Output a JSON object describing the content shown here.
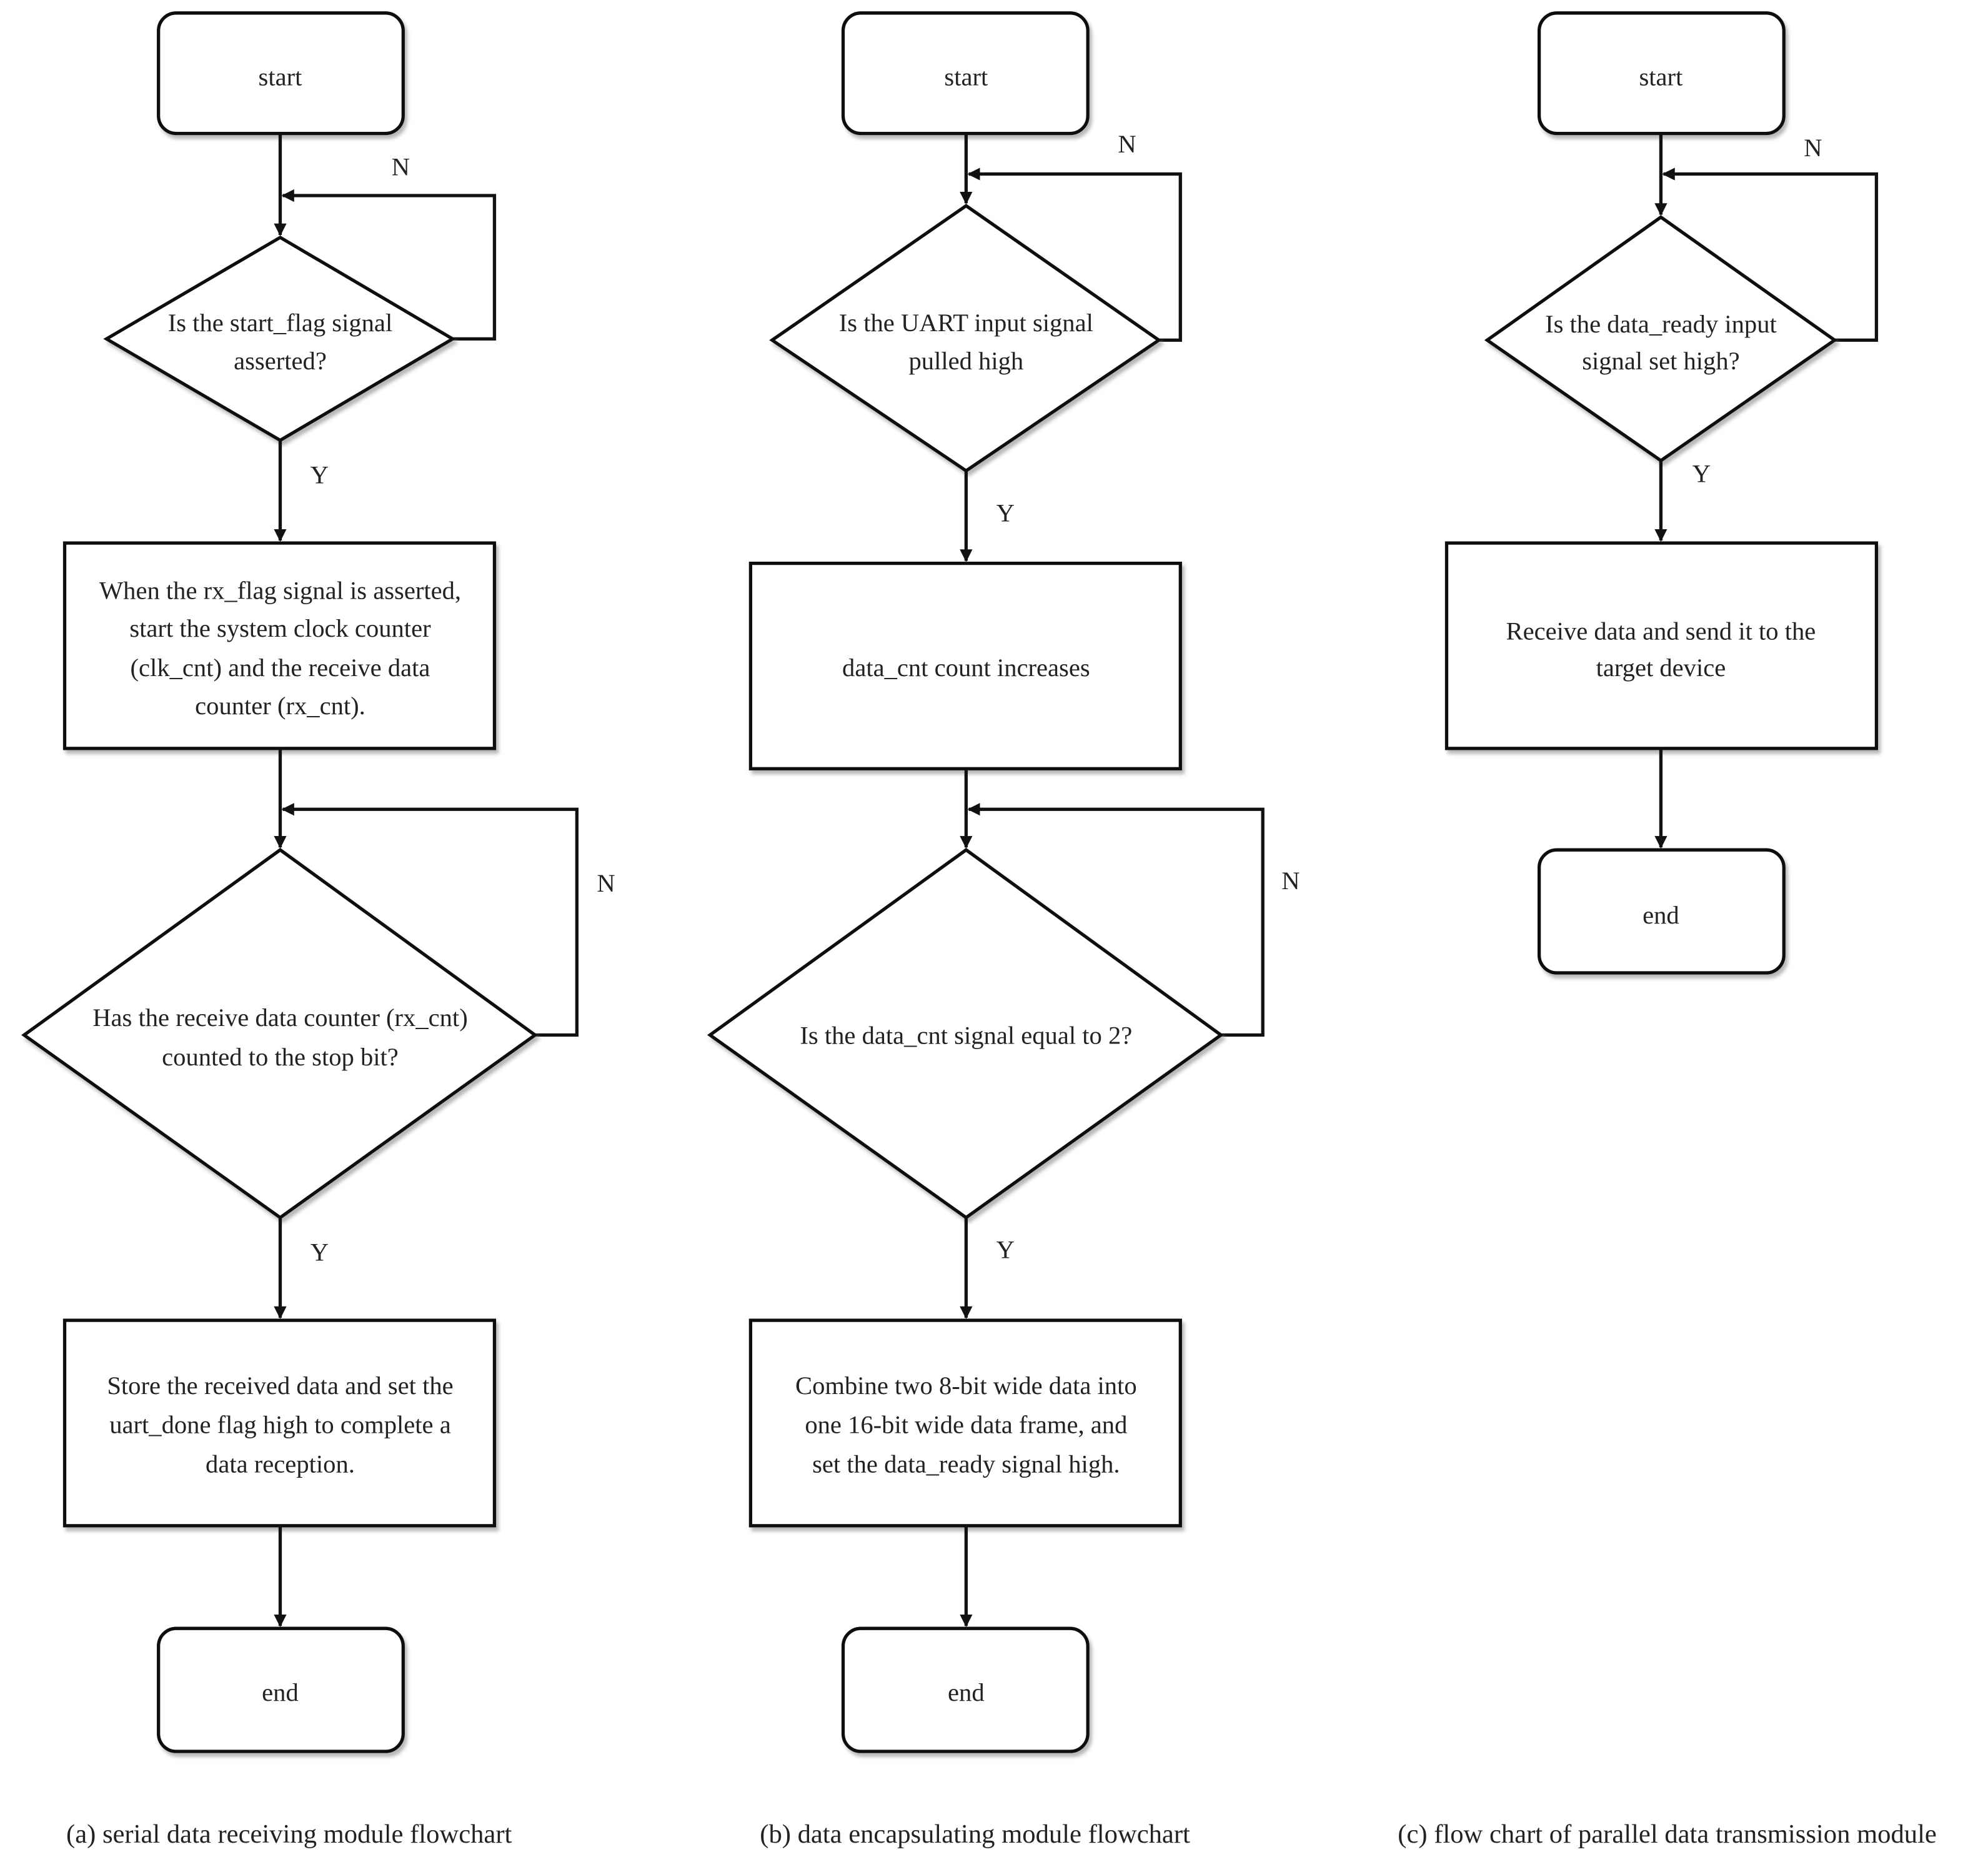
{
  "charts": [
    {
      "start": "start",
      "decision1": [
        "Is the start_flag signal",
        "asserted?"
      ],
      "process1": [
        "When the rx_flag signal is asserted,",
        "start the system clock counter",
        "(clk_cnt) and the receive data",
        "counter (rx_cnt)."
      ],
      "decision2": [
        "Has the receive data counter (rx_cnt)",
        "counted to the stop bit?"
      ],
      "process2": [
        "Store the received data and set the",
        "uart_done flag high to complete a",
        "data reception."
      ],
      "end": "end",
      "yes": "Y",
      "no": "N",
      "caption": "(a) serial data receiving module flowchart"
    },
    {
      "start": "start",
      "decision1": [
        "Is the UART input signal",
        "pulled high"
      ],
      "process1": [
        "data_cnt count increases"
      ],
      "decision2": [
        "Is the data_cnt signal equal to 2?"
      ],
      "process2": [
        "Combine two 8-bit wide data into",
        "one 16-bit wide data frame, and",
        "set the data_ready signal high."
      ],
      "end": "end",
      "yes": "Y",
      "no": "N",
      "caption": "(b) data encapsulating module flowchart"
    },
    {
      "start": "start",
      "decision1": [
        "Is the data_ready input",
        "signal set high?"
      ],
      "process1": [
        "Receive data and send it to the",
        "target device"
      ],
      "end": "end",
      "yes": "Y",
      "no": "N",
      "caption": "(c) flow chart of parallel data transmission module"
    }
  ]
}
